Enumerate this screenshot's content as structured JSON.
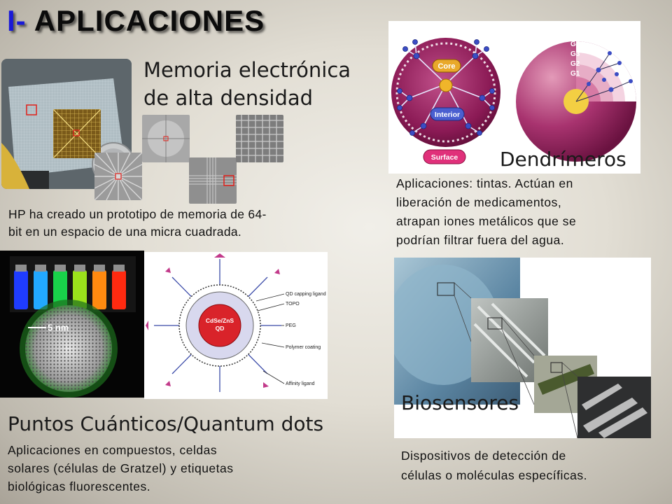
{
  "slide": {
    "title_number": "I-",
    "title_word": "APLICACIONES"
  },
  "memory": {
    "heading_line1": "Memoria electrónica",
    "heading_line2": "de alta densidad",
    "caption_line1": "HP ha creado un prototipo de memoria de 64-",
    "caption_line2": "bit en un espacio de una micra cuadrada."
  },
  "dendrimers": {
    "label": "Dendrímeros",
    "caption_line1": "Aplicaciones: tintas. Actúan en",
    "caption_line2": "liberación de medicamentos,",
    "caption_line3": "atrapan iones metálicos que se",
    "caption_line4": "podrían filtrar fuera del  agua.",
    "diagram_core": "Core",
    "diagram_interior": "Interior",
    "diagram_surface": "Surface",
    "generations": [
      "G4",
      "G3",
      "G2",
      "G1"
    ]
  },
  "quantum_dots": {
    "heading": "Puntos Cuánticos/Quantum  dots",
    "caption_line1": "Aplicaciones en compuestos, celdas",
    "caption_line2": "solares (células de Gratzel) y etiquetas",
    "caption_line3": "biológicas fluorescentes.",
    "scale_label": "5 nm",
    "qd_core_line1": "CdSe/ZnS",
    "qd_core_line2": "QD",
    "ligand_labels": [
      "QD capping ligand",
      "TOPO",
      "PEG",
      "Polymer coating",
      "Affinity ligand"
    ],
    "vial_colors": [
      "#1f3cff",
      "#22a8ff",
      "#19d24a",
      "#9be21b",
      "#ff8a10",
      "#ff2a10"
    ]
  },
  "biosensors": {
    "label": "Biosensores",
    "caption_line1": "Dispositivos de detección de",
    "caption_line2": "células o moléculas específicas."
  }
}
